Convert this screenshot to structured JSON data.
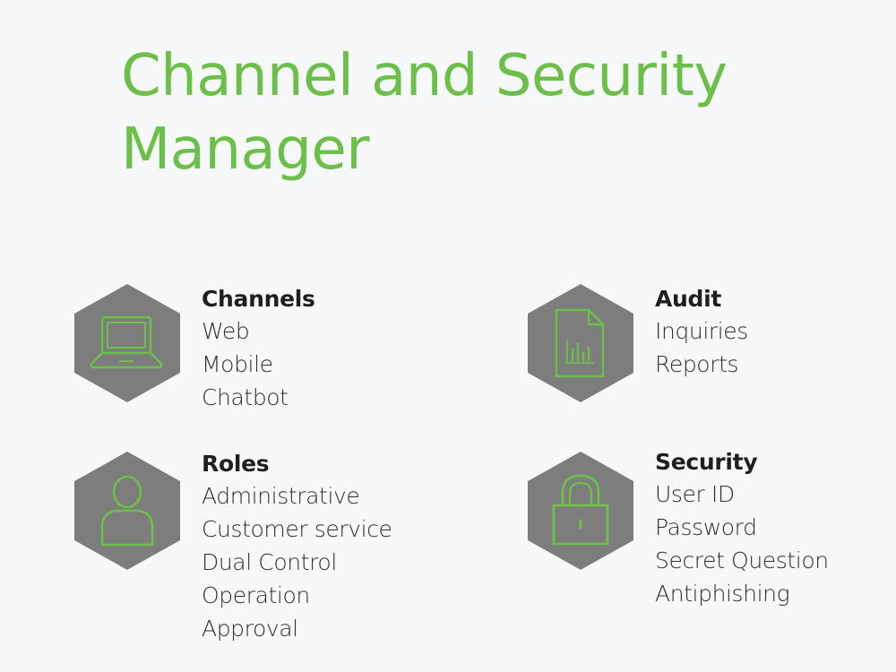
{
  "title": {
    "line1": "Channel and Security",
    "line2": "Manager"
  },
  "colors": {
    "accent": "#6cc04a",
    "hexagon": "#7d7d7d",
    "background": "#f7f8f9"
  },
  "features": {
    "channels": {
      "heading": "Channels",
      "icon": "laptop-icon",
      "items": [
        "Web",
        "Mobile",
        "Chatbot"
      ]
    },
    "audit": {
      "heading": "Audit",
      "icon": "report-document-icon",
      "items": [
        "Inquiries",
        "Reports"
      ]
    },
    "roles": {
      "heading": "Roles",
      "icon": "user-icon",
      "items": [
        "Administrative",
        "Customer service",
        "Dual Control",
        "Operation",
        "Approval"
      ]
    },
    "security": {
      "heading": "Security",
      "icon": "padlock-icon",
      "items": [
        "User ID",
        "Password",
        "Secret Question",
        "Antiphishing"
      ]
    }
  }
}
